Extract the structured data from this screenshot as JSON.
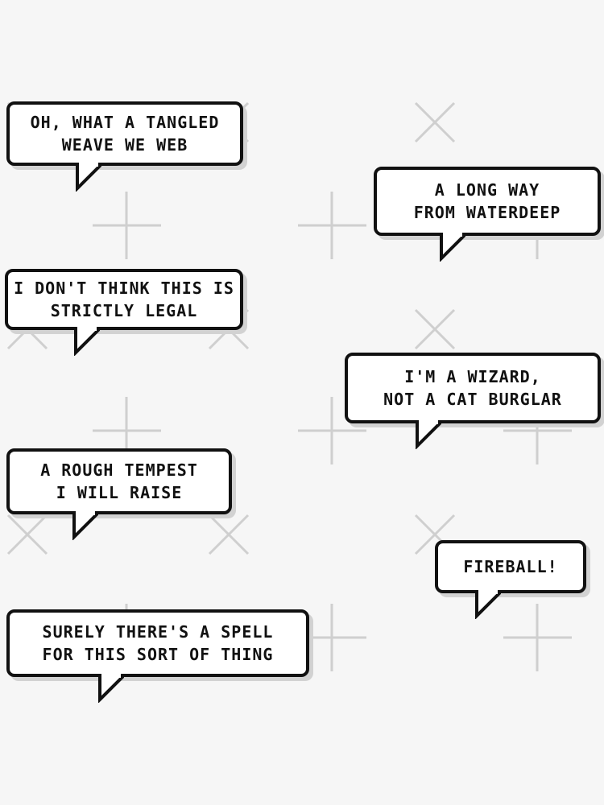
{
  "bubbles": [
    {
      "id": "tangled-weave",
      "text": "OH, WHAT A TANGLED\nWEAVE WE WEB"
    },
    {
      "id": "waterdeep",
      "text": "A LONG WAY\nFROM WATERDEEP"
    },
    {
      "id": "strictly-legal",
      "text": "I DON'T THINK THIS IS\nSTRICTLY LEGAL"
    },
    {
      "id": "wizard",
      "text": "I'M A WIZARD,\nNOT A CAT BURGLAR"
    },
    {
      "id": "tempest",
      "text": "A ROUGH TEMPEST\nI WILL RAISE"
    },
    {
      "id": "fireball",
      "text": "FIREBALL!"
    },
    {
      "id": "spell",
      "text": "SURELY THERE'S A SPELL\nFOR THIS SORT OF THING"
    }
  ],
  "colors": {
    "background": "#f6f6f6",
    "bubble_fill": "#ffffff",
    "outline": "#111111",
    "shadow": "#d2d2d2",
    "watermark": "#c4c4c4"
  }
}
